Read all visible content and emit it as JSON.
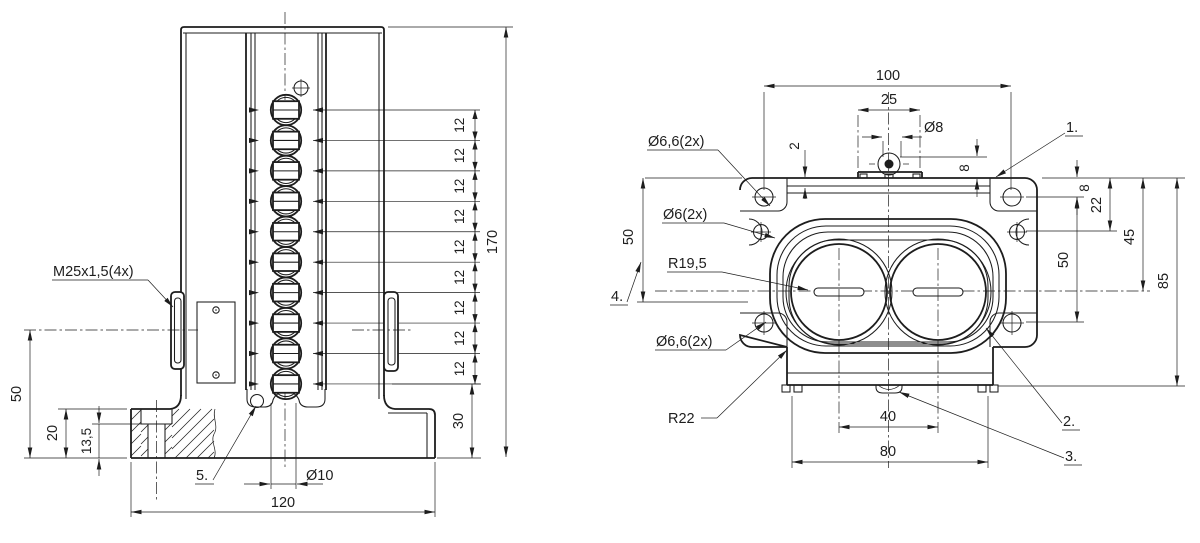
{
  "left_view": {
    "thread_label": "M25x1,5(4x)",
    "note_5": "5.",
    "dim_pitch": "12",
    "dim_total_height": "170",
    "dim_base_to_last_terminal": "30",
    "dim_center_hole": "Ø10",
    "dim_base_width": "120",
    "dim_gland_height": "50",
    "dim_base_thickness": "20",
    "dim_counterbore_depth": "13,5"
  },
  "right_view": {
    "dim_width": "100",
    "dim_cover": "25",
    "dim_screw": "Ø8",
    "dim_step": "2",
    "dim_boss_height": "8",
    "dim_hole_top_offset": "8",
    "dim_hole_22": "22",
    "dim_center_45": "45",
    "dim_holes_span_50": "50",
    "dim_height_85": "85",
    "dim_left_50": "50",
    "dim_slot_spacing": "40",
    "dim_feet_span": "80",
    "label_corner_holes_top": "Ø6,6(2x)",
    "label_side_holes": "Ø6(2x)",
    "label_bore_radius": "R19,5",
    "label_corner_holes_bottom": "Ø6,6(2x)",
    "label_corner_radius": "R22",
    "note_1": "1.",
    "note_2": "2.",
    "note_3": "3.",
    "note_4": "4."
  }
}
